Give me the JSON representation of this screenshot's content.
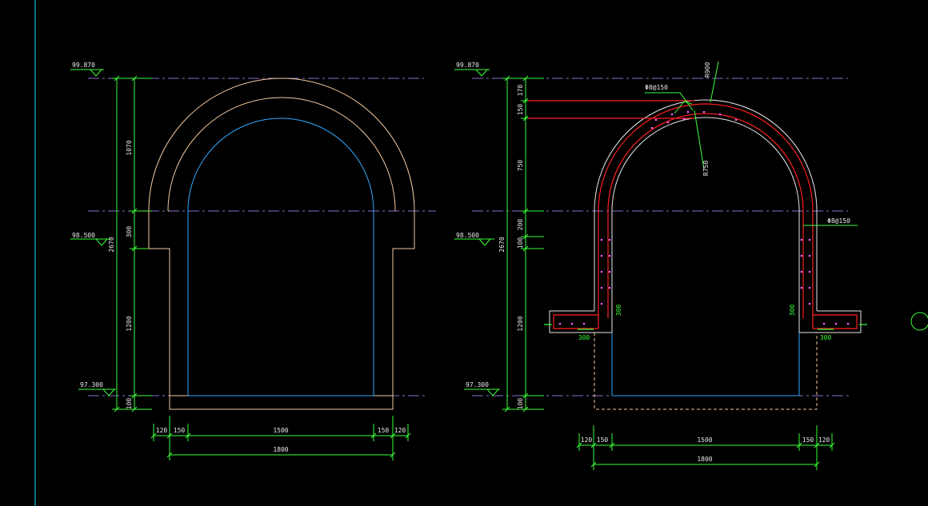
{
  "colors": {
    "background": "#000000",
    "ucs_line": "#00e5ff",
    "dash_line": "#8a6cc8",
    "dim_line": "#39ff39",
    "outer_wall": "#f4c9a0",
    "inner_void": "#2fa8ff",
    "rebar": "#ff2020",
    "rebar_dot": "#ff60ff",
    "leader": "#39ff39",
    "text": "#e8e8e8"
  },
  "left_drawing": {
    "elevations": {
      "top": "99.870",
      "mid": "98.500",
      "bottom": "97.300"
    },
    "vertical_dims": {
      "d1070": "1070",
      "d300": "300",
      "d2670": "2670",
      "d1200": "1200",
      "d100": "100"
    },
    "horizontal_dims": {
      "d120a": "120",
      "d150a": "150",
      "d1500": "1500",
      "d150b": "150",
      "d120b": "120",
      "d1800": "1800"
    }
  },
  "right_drawing": {
    "elevations": {
      "top": "99.870",
      "mid": "98.500",
      "bottom": "97.300"
    },
    "vertical_dims": {
      "d170": "170",
      "d150": "150",
      "d750": "750",
      "d200": "200",
      "d100a": "100",
      "d2670": "2670",
      "d1200": "1200",
      "d100b": "100"
    },
    "horizontal_dims": {
      "d120a": "120",
      "d150a": "150",
      "d1500": "1500",
      "d150b": "150",
      "d120b": "120",
      "d1800": "1800"
    },
    "rebar_labels": {
      "crown": "Φ8@150",
      "side": "Φ8@150"
    },
    "radius_labels": {
      "outer": "R900",
      "inner": "R750"
    },
    "side_dims": {
      "wall_left": "300",
      "wall_right": "300",
      "base_left": "300",
      "base_right": "300"
    }
  }
}
